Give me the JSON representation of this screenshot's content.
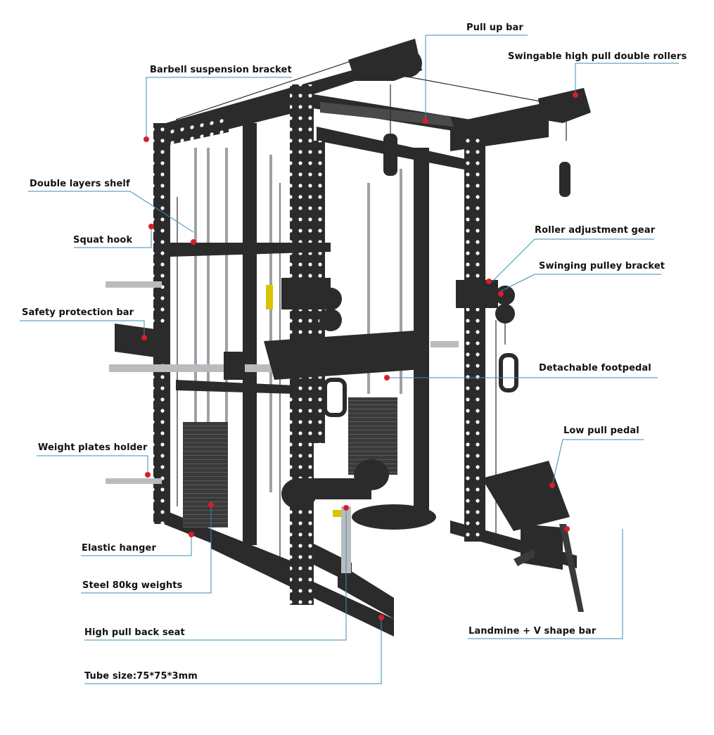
{
  "diagram": {
    "labels": {
      "pull_up_bar": "Pull up bar",
      "swingable_high_pull_double_rollers": "Swingable high pull double rollers",
      "barbell_suspension_bracket": "Barbell suspension bracket",
      "double_layers_shelf": "Double layers shelf",
      "squat_hook": "Squat hook",
      "roller_adjustment_gear": "Roller adjustment gear",
      "swinging_pulley_bracket": "Swinging pulley bracket",
      "safety_protection_bar": "Safety protection bar",
      "detachable_footpedal": "Detachable footpedal",
      "low_pull_pedal": "Low pull pedal",
      "weight_plates_holder": "Weight plates holder",
      "elastic_hanger": "Elastic hanger",
      "steel_80kg_weights": "Steel 80kg weights",
      "landmine_v_shape_bar": "Landmine + V shape bar",
      "high_pull_back_seat": "High pull back seat",
      "tube_size": "Tube size:75*75*3mm"
    },
    "colors": {
      "leader_line": "#3a8fb0",
      "marker_dot": "#d81e2a",
      "frame": "#2b2b2b",
      "frame_light": "#4a4a4a",
      "steel": "#b9bcbf"
    }
  }
}
